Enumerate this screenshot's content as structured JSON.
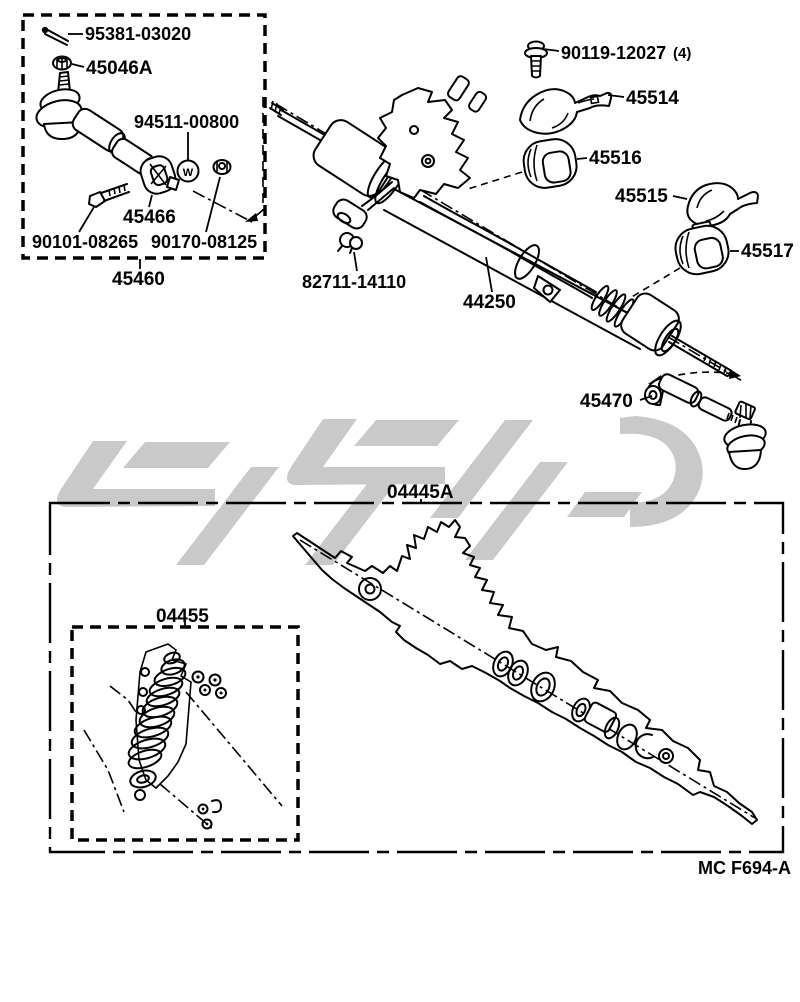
{
  "colors": {
    "watermark": "#c9c9c9",
    "line": "#000000",
    "background": "#ffffff"
  },
  "footer": {
    "code": "MC F694-A"
  },
  "boxes": {
    "tie_rod_kit_label": "45460",
    "gasket_kit_outer_label": "04445A",
    "gasket_kit_inner_label": "04455"
  },
  "parts": {
    "cotter_pin": "95381-03020",
    "tie_rod_end_nut": "45046A",
    "washer": "94511-00800",
    "washer_mark": "W",
    "boot_clamp": "45466",
    "clamp_bolt": "90101-08265",
    "clamp_nut": "90170-08125",
    "housing_bolt": "90119-12027",
    "housing_bolt_qty": "(4)",
    "bracket_upper": "45514",
    "grommet_upper": "45516",
    "bracket_lower": "45515",
    "grommet_lower": "45517",
    "pipe_clip": "82711-14110",
    "rack_assembly": "44250",
    "rack_end": "45470"
  }
}
